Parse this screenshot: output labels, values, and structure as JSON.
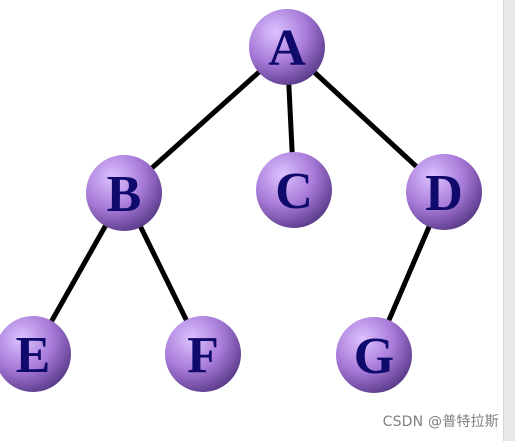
{
  "diagram": {
    "nodes": [
      {
        "id": "A",
        "label": "A"
      },
      {
        "id": "B",
        "label": "B"
      },
      {
        "id": "C",
        "label": "C"
      },
      {
        "id": "D",
        "label": "D"
      },
      {
        "id": "E",
        "label": "E"
      },
      {
        "id": "F",
        "label": "F"
      },
      {
        "id": "G",
        "label": "G"
      }
    ],
    "edges": [
      {
        "from": "A",
        "to": "B"
      },
      {
        "from": "A",
        "to": "C"
      },
      {
        "from": "A",
        "to": "D"
      },
      {
        "from": "B",
        "to": "E"
      },
      {
        "from": "B",
        "to": "F"
      },
      {
        "from": "D",
        "to": "G"
      }
    ],
    "colors": {
      "node_highlight": "#dcc2ff",
      "node_base": "#a77ad8",
      "node_shadow": "#5a3a8a",
      "label": "#0f0a6b",
      "edge": "#000000"
    }
  },
  "watermark": {
    "text": "CSDN @普特拉斯"
  }
}
